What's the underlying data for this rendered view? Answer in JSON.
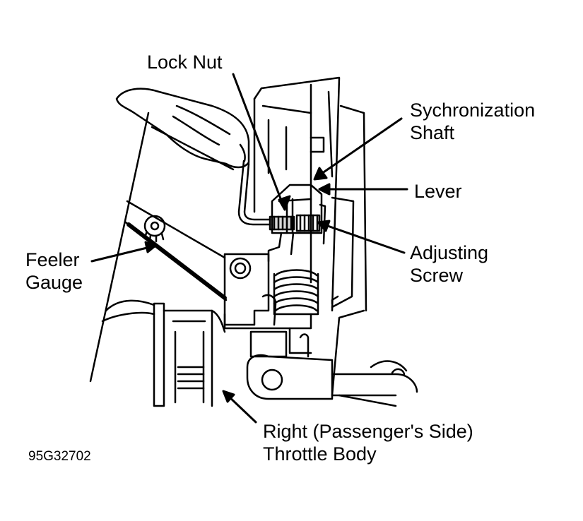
{
  "labels": {
    "lock_nut": "Lock Nut",
    "sync_shaft_line1": "Sychronization",
    "sync_shaft_line2": "Shaft",
    "lever": "Lever",
    "adjusting_screw_line1": "Adjusting",
    "adjusting_screw_line2": "Screw",
    "feeler_gauge_line1": "Feeler",
    "feeler_gauge_line2": "Gauge",
    "throttle_body_line1": "Right (Passenger's Side)",
    "throttle_body_line2": "Throttle Body"
  },
  "figure_code": "95G32702"
}
